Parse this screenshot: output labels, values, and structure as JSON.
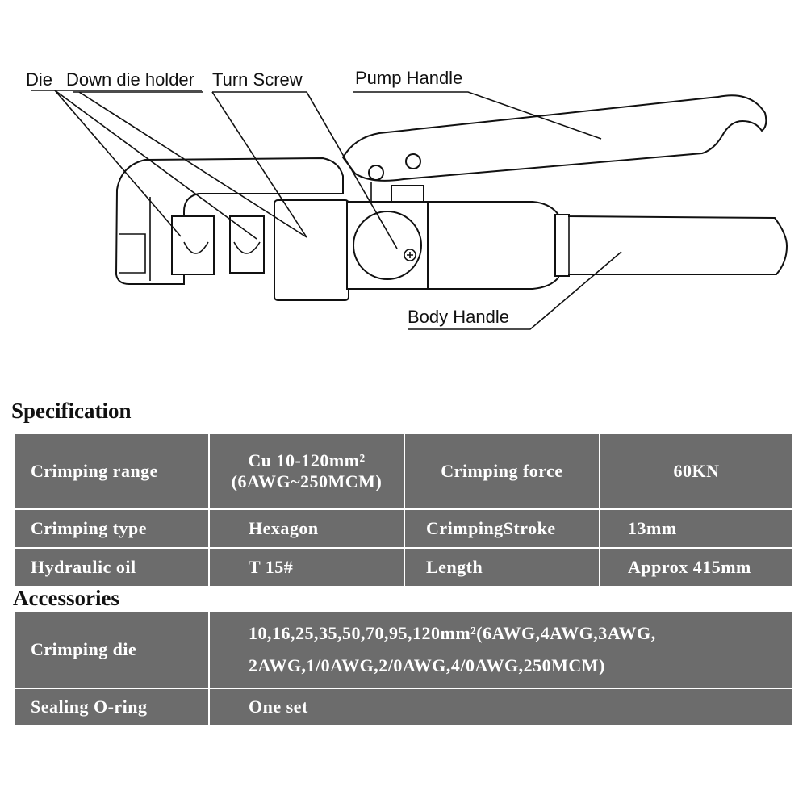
{
  "diagram": {
    "labels": {
      "die": "Die",
      "down_die_holder": "Down die holder",
      "turn_screw": "Turn Screw",
      "pump_handle": "Pump Handle",
      "body_handle": "Body Handle"
    }
  },
  "specification": {
    "title": "Specification",
    "rows": [
      {
        "label1": "Crimping range",
        "value1_line1": "Cu 10-120mm²",
        "value1_line2": "(6AWG~250MCM)",
        "label2": "Crimping force",
        "value2": "60KN"
      },
      {
        "label1": "Crimping type",
        "value1": "Hexagon",
        "label2": "CrimpingStroke",
        "value2": "13mm"
      },
      {
        "label1": "Hydraulic oil",
        "value1": "T 15#",
        "label2": "Length",
        "value2": "Approx 415mm"
      }
    ]
  },
  "accessories": {
    "title": "Accessories",
    "rows": [
      {
        "label": "Crimping die",
        "value_line1": "10,16,25,35,50,70,95,120mm²(6AWG,4AWG,3AWG,",
        "value_line2": "2AWG,1/0AWG,2/0AWG,4/0AWG,250MCM)"
      },
      {
        "label": "Sealing O-ring",
        "value": "One set"
      }
    ]
  },
  "colors": {
    "table_cell": "#6c6c6c",
    "text": "#111111"
  }
}
